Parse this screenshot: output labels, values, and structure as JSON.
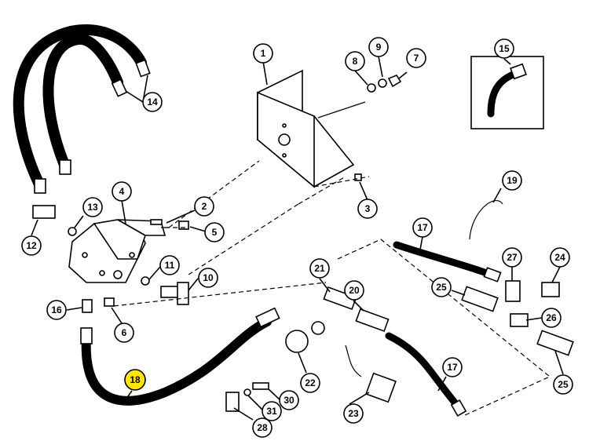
{
  "callouts": [
    {
      "label": "1"
    },
    {
      "label": "2"
    },
    {
      "label": "3"
    },
    {
      "label": "4"
    },
    {
      "label": "5"
    },
    {
      "label": "6"
    },
    {
      "label": "7"
    },
    {
      "label": "8"
    },
    {
      "label": "9"
    },
    {
      "label": "10"
    },
    {
      "label": "11"
    },
    {
      "label": "12"
    },
    {
      "label": "13"
    },
    {
      "label": "14"
    },
    {
      "label": "15"
    },
    {
      "label": "16"
    },
    {
      "label": "17"
    },
    {
      "label": "17"
    },
    {
      "label": "18"
    },
    {
      "label": "19"
    },
    {
      "label": "20"
    },
    {
      "label": "21"
    },
    {
      "label": "22"
    },
    {
      "label": "23"
    },
    {
      "label": "24"
    },
    {
      "label": "25"
    },
    {
      "label": "25"
    },
    {
      "label": "26"
    },
    {
      "label": "27"
    },
    {
      "label": "28"
    },
    {
      "label": "30"
    },
    {
      "label": "31"
    }
  ],
  "highlight": {
    "label": "18",
    "color": "#ffe600"
  }
}
